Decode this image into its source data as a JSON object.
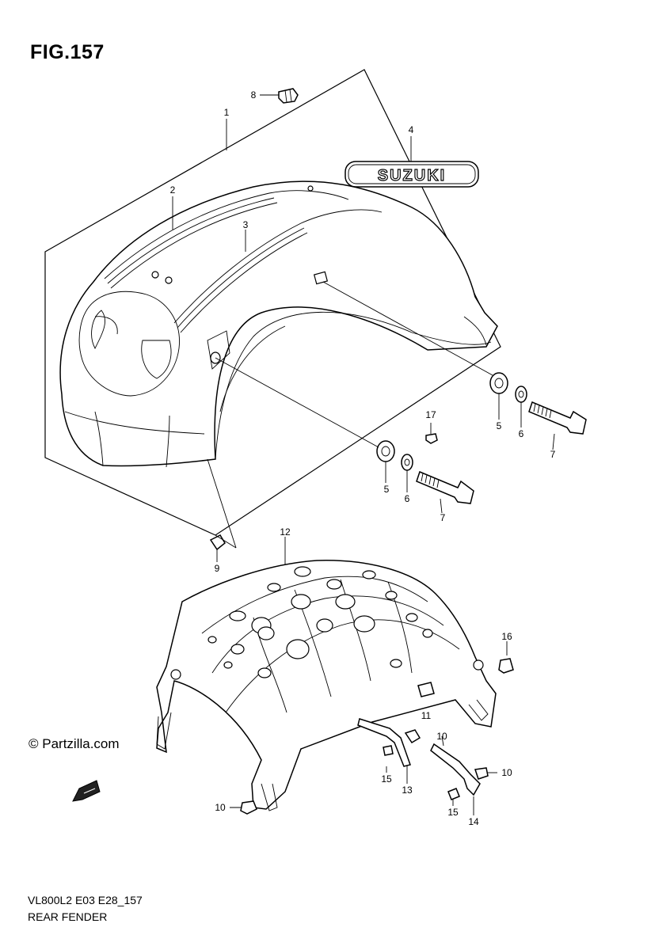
{
  "header": {
    "fig_title": "FIG.157"
  },
  "footer": {
    "copyright": "© Partzilla.com",
    "model_code": "VL800L2 E03 E28_157",
    "diagram_name": "REAR FENDER"
  },
  "emblem": {
    "text": "SUZUKI"
  },
  "callouts": {
    "c1": "1",
    "c2": "2",
    "c3": "3",
    "c4": "4",
    "c5a": "5",
    "c5b": "5",
    "c6a": "6",
    "c6b": "6",
    "c7a": "7",
    "c7b": "7",
    "c8": "8",
    "c9": "9",
    "c10a": "10",
    "c10b": "10",
    "c10c": "10",
    "c11": "11",
    "c12": "12",
    "c13": "13",
    "c14": "14",
    "c15a": "15",
    "c15b": "15",
    "c16": "16",
    "c17": "17"
  },
  "icons": {
    "front_arrow": "front-direction-arrow-icon"
  }
}
